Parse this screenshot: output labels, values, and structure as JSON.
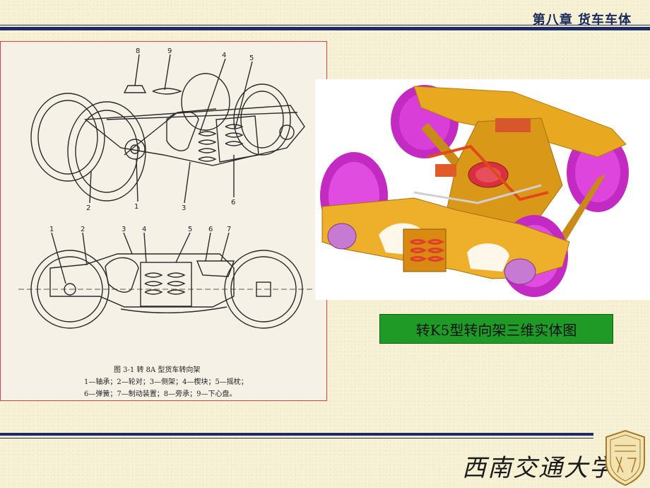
{
  "header": {
    "chapter_title": "第八章  货车车体"
  },
  "figure": {
    "caption_line1": "图 3-1    转 8A 型货车转向架",
    "caption_line2": "1—轴承；2—轮对；3—侧架；4—楔块；5—摇枕；",
    "caption_line3": "6—弹簧；7—制动装置；8—旁承；9—下心盘。",
    "top_callouts": [
      "8",
      "9",
      "4",
      "5",
      "2",
      "1",
      "3",
      "6"
    ],
    "bottom_callouts": [
      "1",
      "2",
      "3",
      "4",
      "5",
      "6",
      "7"
    ]
  },
  "render": {
    "label": "转K5型转向架三维实体图"
  },
  "footer": {
    "school_name": "西南交通大学"
  },
  "colors": {
    "rule": "#1e2a66",
    "label_bg": "#1f9a27",
    "frame": "#e3a21c",
    "wheel": "#d633d6"
  }
}
